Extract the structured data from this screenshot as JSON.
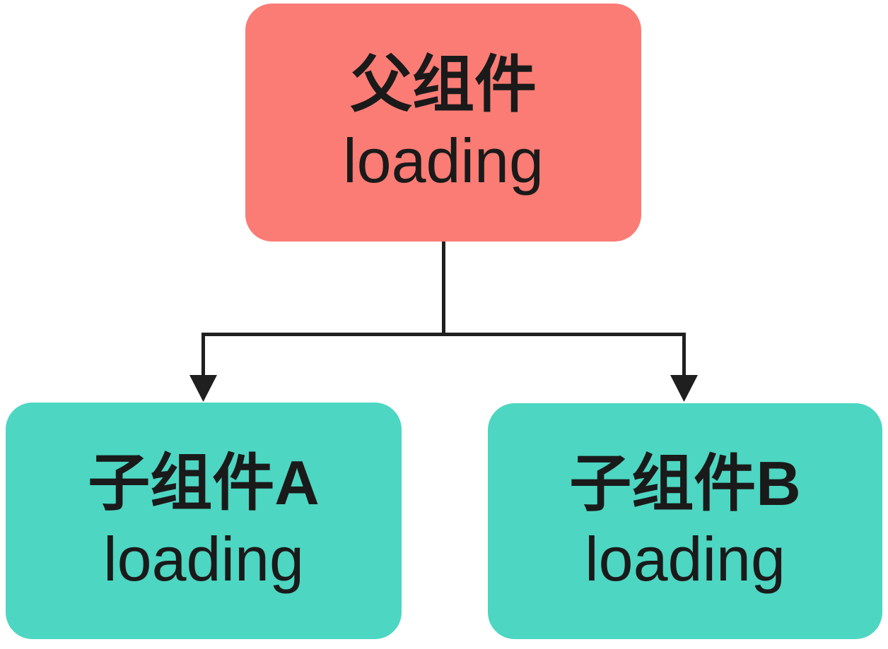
{
  "diagram": {
    "background": "#ffffff",
    "colors": {
      "parent_node_bg": "#fb7c75",
      "child_node_bg": "#4dd6c2",
      "connector": "#1f1f1f",
      "text": "#1a1a1a"
    },
    "nodes": {
      "parent": {
        "title": "父组件",
        "subtitle": "loading"
      },
      "child_a": {
        "title": "子组件A",
        "subtitle": "loading"
      },
      "child_b": {
        "title": "子组件B",
        "subtitle": "loading"
      }
    },
    "edges": [
      {
        "from": "父组件",
        "to": "子组件A"
      },
      {
        "from": "父组件",
        "to": "子组件B"
      }
    ]
  }
}
